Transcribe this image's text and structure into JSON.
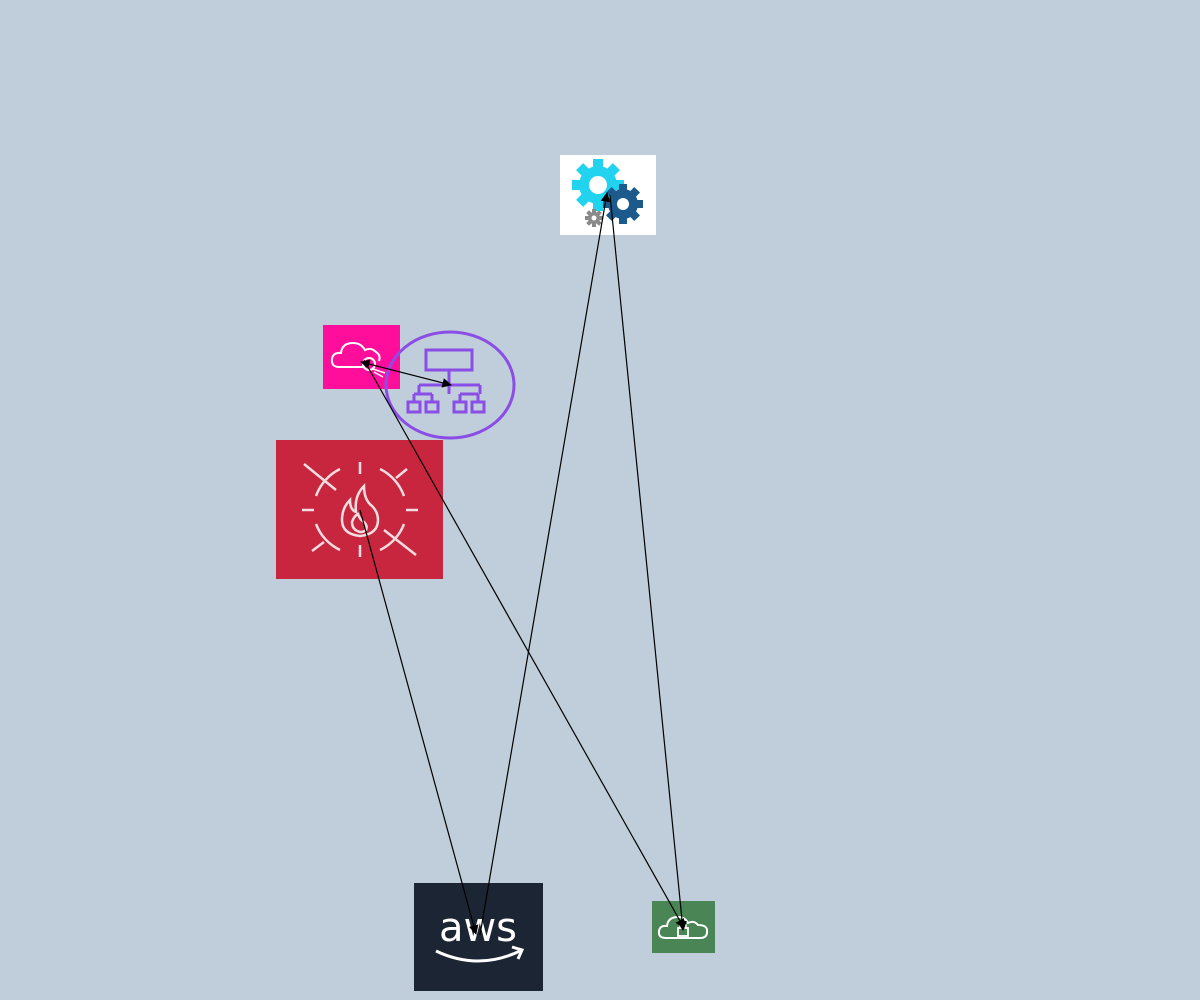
{
  "diagram": {
    "background": "#c0cedb",
    "nodes": [
      {
        "id": "gears",
        "icon": "gears-icon",
        "color": "#ffffff"
      },
      {
        "id": "cloud-pink",
        "icon": "cloud-endpoint-icon",
        "color": "#ff0d9b"
      },
      {
        "id": "hierarchy",
        "icon": "hierarchy-icon",
        "color": "#8a4de6"
      },
      {
        "id": "firewall",
        "icon": "firewall-icon",
        "color": "#c7263e"
      },
      {
        "id": "aws",
        "icon": "aws-logo-icon",
        "color": "#1b2533"
      },
      {
        "id": "cloud-green",
        "icon": "cloud-lock-icon",
        "color": "#4a8556"
      }
    ],
    "edges": [
      {
        "from": "cloud-pink",
        "to": "hierarchy",
        "arrow": "both"
      },
      {
        "from": "cloud-pink",
        "to": "cloud-green",
        "arrow": "end"
      },
      {
        "from": "firewall",
        "to": "aws",
        "arrow": "end"
      },
      {
        "from": "aws",
        "to": "gears",
        "arrow": "end"
      },
      {
        "from": "gears",
        "to": "cloud-green",
        "arrow": "end"
      }
    ],
    "aws_logo_text": "aws"
  }
}
